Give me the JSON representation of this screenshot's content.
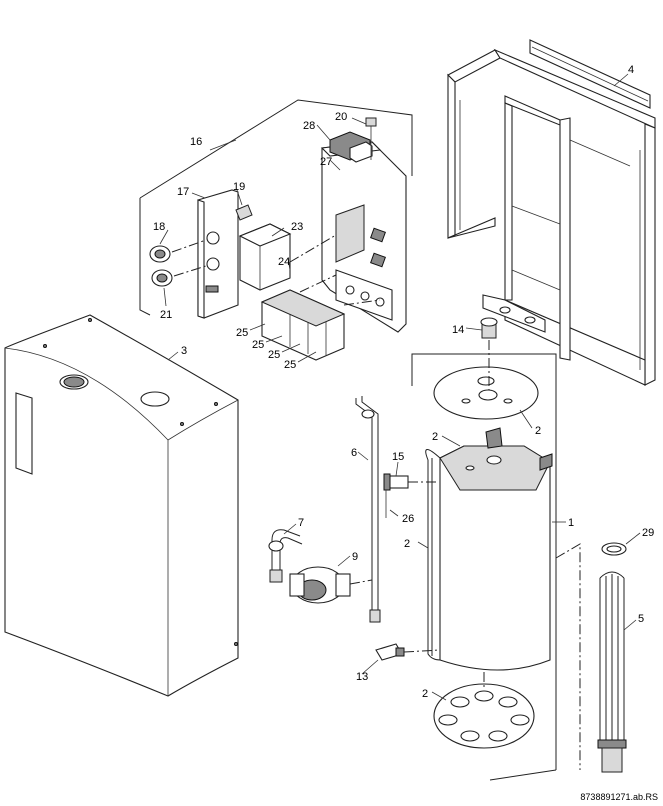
{
  "diagram": {
    "doc_code": "8738891271.ab.RS",
    "callouts": [
      {
        "id": "4",
        "text": "4"
      },
      {
        "id": "16",
        "text": "16"
      },
      {
        "id": "20",
        "text": "20"
      },
      {
        "id": "28",
        "text": "28"
      },
      {
        "id": "27",
        "text": "27"
      },
      {
        "id": "17",
        "text": "17"
      },
      {
        "id": "19",
        "text": "19"
      },
      {
        "id": "18",
        "text": "18"
      },
      {
        "id": "23",
        "text": "23"
      },
      {
        "id": "24",
        "text": "24"
      },
      {
        "id": "21",
        "text": "21"
      },
      {
        "id": "25a",
        "text": "25"
      },
      {
        "id": "25b",
        "text": "25"
      },
      {
        "id": "25c",
        "text": "25"
      },
      {
        "id": "25d",
        "text": "25"
      },
      {
        "id": "14",
        "text": "14"
      },
      {
        "id": "3",
        "text": "3"
      },
      {
        "id": "2a",
        "text": "2"
      },
      {
        "id": "2b",
        "text": "2"
      },
      {
        "id": "2c",
        "text": "2"
      },
      {
        "id": "2d",
        "text": "2"
      },
      {
        "id": "6",
        "text": "6"
      },
      {
        "id": "15",
        "text": "15"
      },
      {
        "id": "26",
        "text": "26"
      },
      {
        "id": "1",
        "text": "1"
      },
      {
        "id": "29",
        "text": "29"
      },
      {
        "id": "7",
        "text": "7"
      },
      {
        "id": "9",
        "text": "9"
      },
      {
        "id": "5",
        "text": "5"
      },
      {
        "id": "13",
        "text": "13"
      }
    ]
  }
}
